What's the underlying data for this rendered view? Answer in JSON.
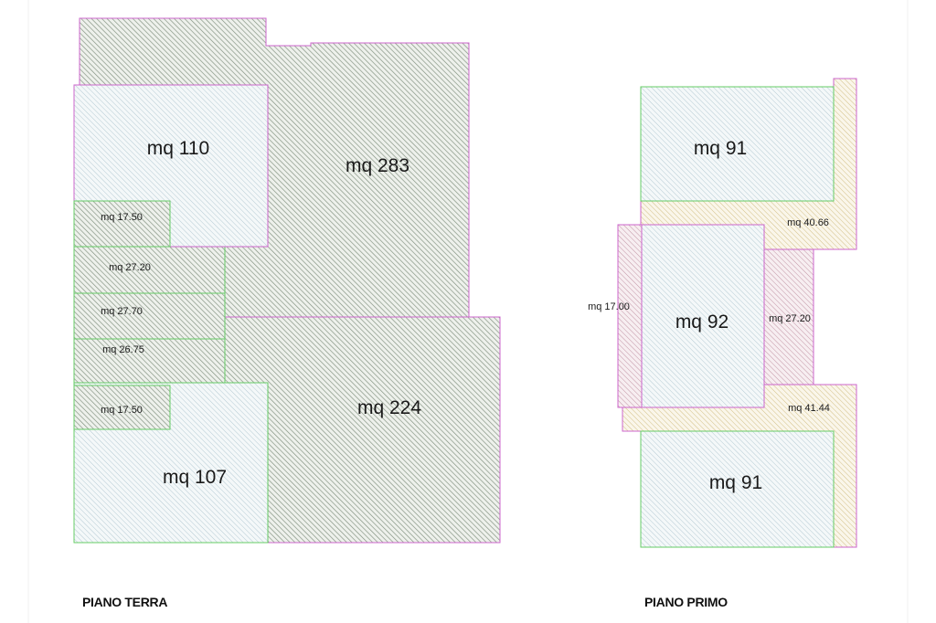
{
  "floors": [
    {
      "title": "PIANO TERRA"
    },
    {
      "title": "PIANO PRIMO"
    }
  ],
  "areas": {
    "ground_main_top": "mq 283",
    "ground_main_bottom": "mq 224",
    "ground_room_top": "mq 110",
    "ground_room_bottom": "mq 107",
    "ground_small_1": "mq 17.50",
    "ground_small_2": "mq 27.20",
    "ground_small_3": "mq 27.70",
    "ground_small_4": "mq 26.75",
    "ground_small_5": "mq 17.50",
    "first_top": "mq 91",
    "first_center": "mq 92",
    "first_bottom": "mq 91",
    "first_terrace_top": "mq 40.66",
    "first_terrace_bottom": "mq 41.44",
    "first_left": "mq 17.00",
    "first_right": "mq 27.20"
  },
  "colors": {
    "dark_hatch": "#8a9a88",
    "light_hatch": "#b8cdd6",
    "tan_hatch": "#d2c08a",
    "pink_hatch": "#c79aaa",
    "magenta_border": "#cc55cc",
    "green_border": "#66cc66"
  }
}
